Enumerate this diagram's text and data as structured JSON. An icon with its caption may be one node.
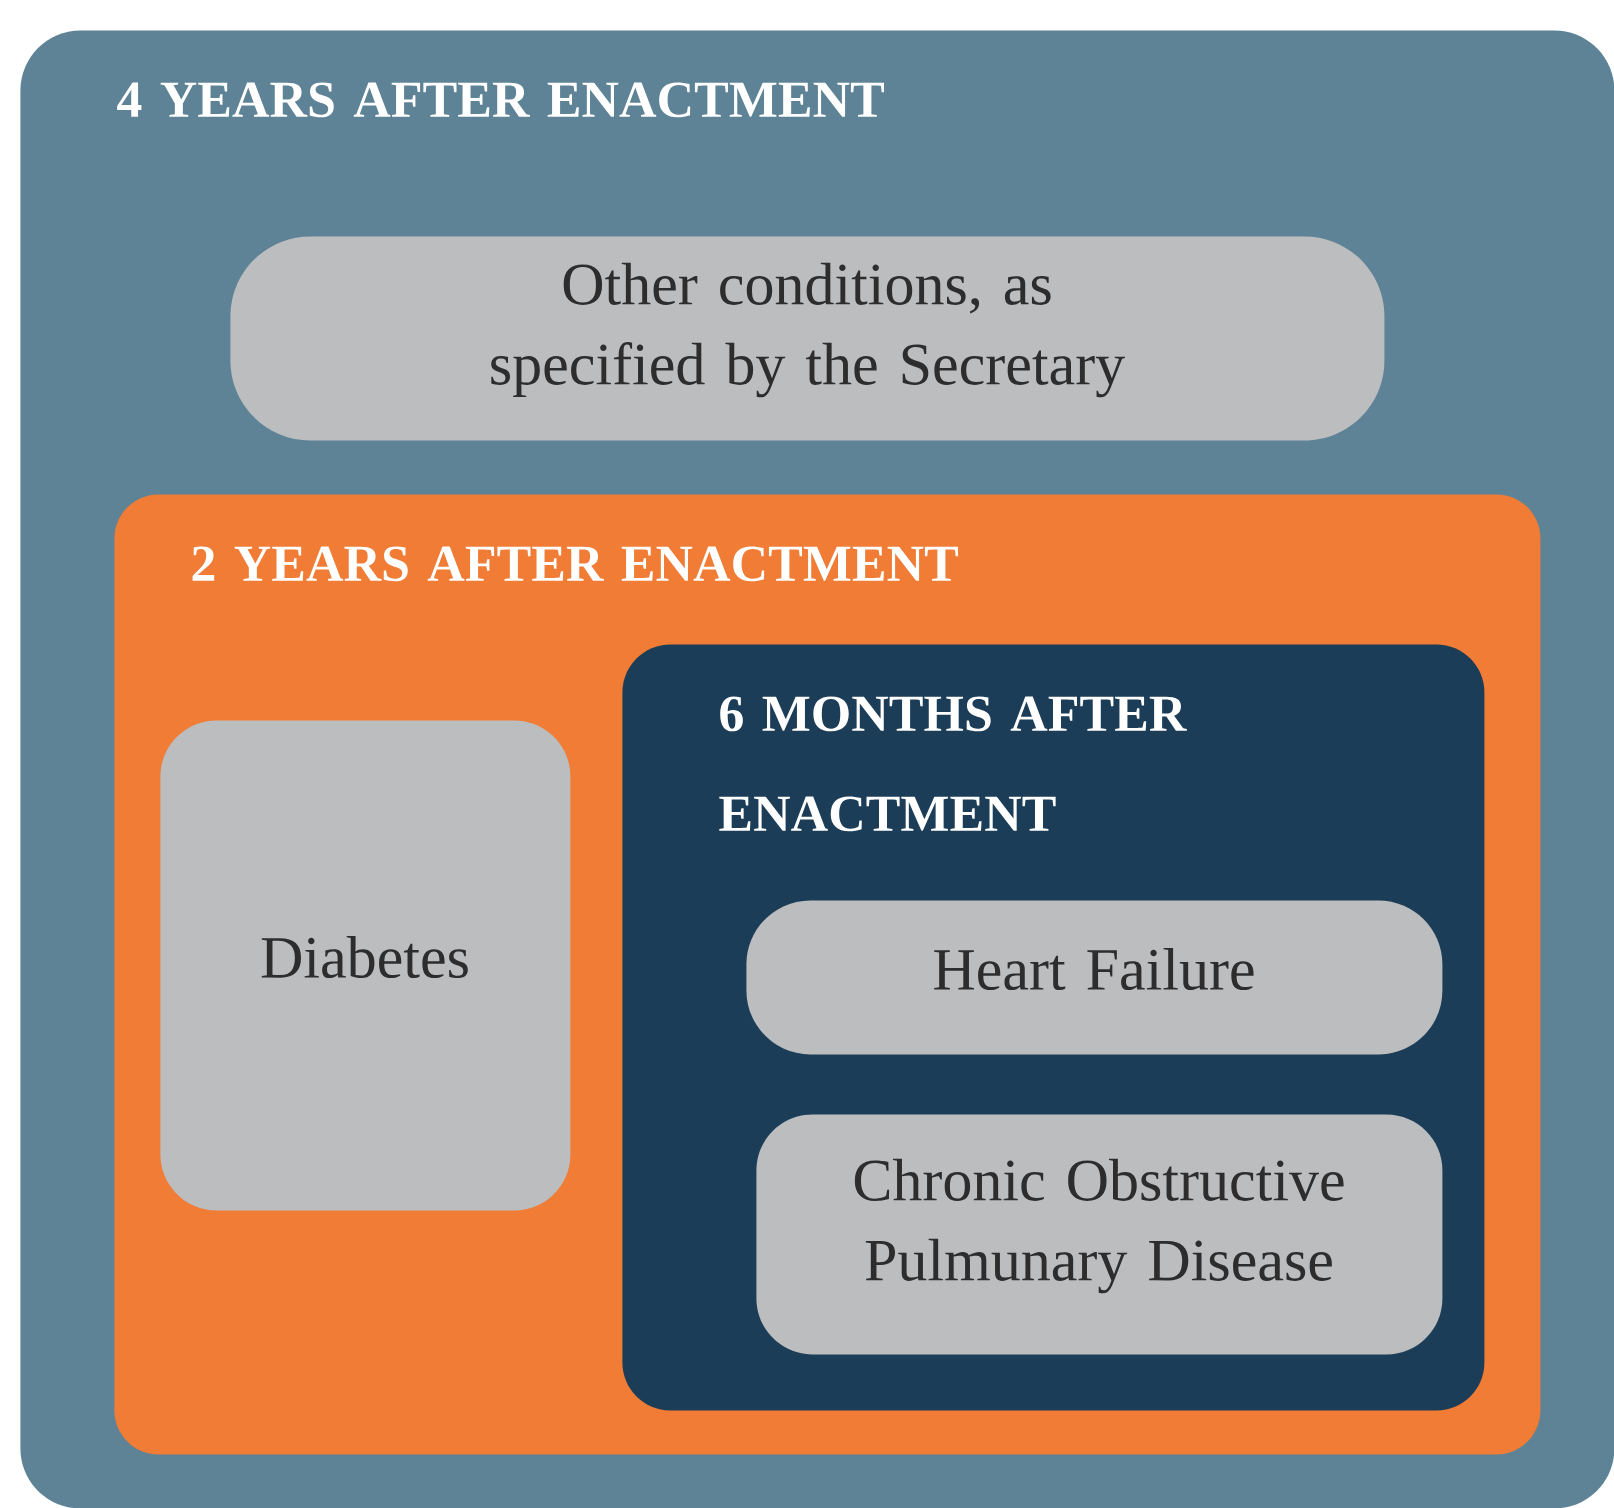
{
  "diagram": {
    "nodes": [
      {
        "text": [
          "4 YEARS AFTER ENACTMENT"
        ]
      },
      {
        "text": [
          "Other conditions, as specified by the Secretary"
        ],
        "in": 0
      },
      {
        "text": [
          "2 YEARS AFTER ENACTMENT"
        ],
        "in": 0
      },
      {
        "text": [
          "Diabetes"
        ],
        "in": 2
      },
      {
        "text": [
          "6 MONTHS AFTER ENACTMENT"
        ],
        "in": 2
      },
      {
        "text": [
          "Heart Failure"
        ],
        "in": 4
      },
      {
        "text": [
          "Chronic Obstructive Pulmunary Disease"
        ],
        "in": 4
      }
    ]
  }
}
